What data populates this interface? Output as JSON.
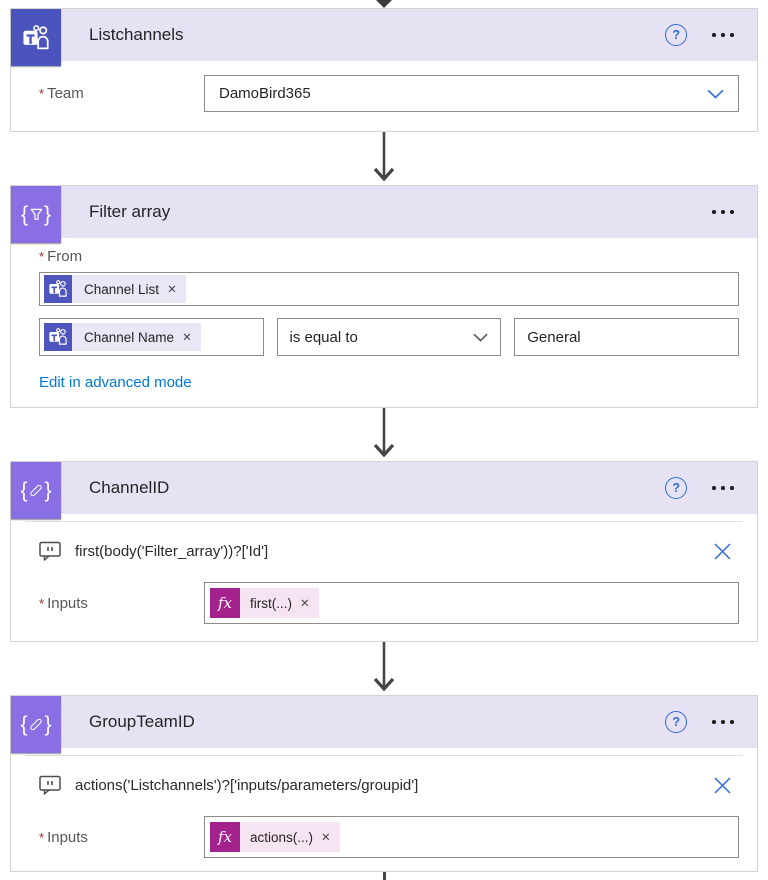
{
  "glyphs": {
    "required": "*",
    "help": "?",
    "close": "✕"
  },
  "colors": {
    "teams_brand": "#4B53BC",
    "data_operation_brand": "#8A6FE4",
    "expression_brand": "#A4228C",
    "header_lavender": "#E6E2F4",
    "link_blue": "#0078D4",
    "help_blue": "#2F6BDE"
  },
  "cards": {
    "listchannels": {
      "title": "Listchannels",
      "team_label": "Team",
      "team_value": "DamoBird365"
    },
    "filter_array": {
      "title": "Filter array",
      "from_label": "From",
      "from_token": "Channel List",
      "left_token": "Channel Name",
      "operator": "is equal to",
      "value": "General",
      "advanced_link": "Edit in advanced mode"
    },
    "channel_id": {
      "title": "ChannelID",
      "note": "first(body('Filter_array'))?['Id']",
      "inputs_label": "Inputs",
      "fx": "fx",
      "token_label": "first(...)"
    },
    "group_team_id": {
      "title": "GroupTeamID",
      "note": "actions('Listchannels')?['inputs/parameters/groupid']",
      "inputs_label": "Inputs",
      "fx": "fx",
      "token_label": "actions(...)"
    }
  }
}
